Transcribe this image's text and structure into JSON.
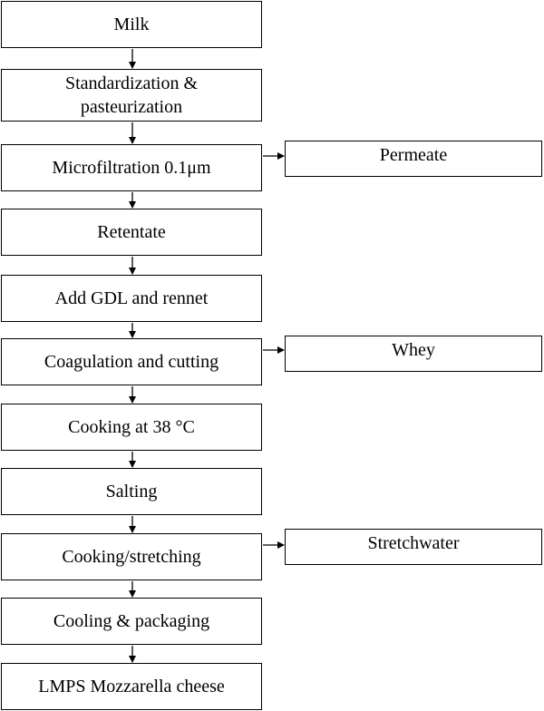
{
  "steps": [
    "Milk",
    "Standardization & pasteurization",
    "Microfiltration 0.1μm",
    "Retentate",
    "Add GDL and rennet",
    "Coagulation and cutting",
    "Cooking at 38 °C",
    "Salting",
    "Cooking/stretching",
    "Cooling & packaging",
    "LMPS Mozzarella cheese"
  ],
  "byproducts": {
    "permeate": "Permeate",
    "whey": "Whey",
    "stretchwater": "Stretchwater"
  }
}
